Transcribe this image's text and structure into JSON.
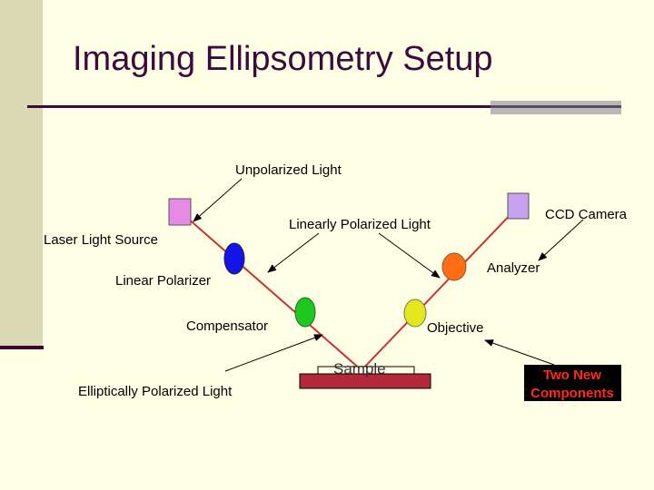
{
  "title": "Imaging Ellipsometry Setup",
  "labels": {
    "unpolarized_light": "Unpolarized Light",
    "laser_light_source": "Laser Light Source",
    "linearly_polarized_light": "Linearly Polarized Light",
    "ccd_camera": "CCD Camera",
    "linear_polarizer": "Linear Polarizer",
    "analyzer": "Analyzer",
    "compensator": "Compensator",
    "objective": "Objective",
    "sample": "Sample",
    "elliptically_polarized_light": "Elliptically Polarized Light"
  },
  "new_components_box": {
    "line1": "Two New",
    "line2": "Components"
  },
  "colors": {
    "background": "#ffffe6",
    "title": "#3c0a3c",
    "beam": "#cc3333",
    "laser_source": "#e68ae6",
    "ccd_camera": "#c8a0f0",
    "linear_polarizer": "#1414e6",
    "compensator": "#1ec81e",
    "objective": "#e6e61e",
    "analyzer": "#ff6e14",
    "sample": "#b4283c",
    "new_components_text": "#ff2a1a"
  }
}
